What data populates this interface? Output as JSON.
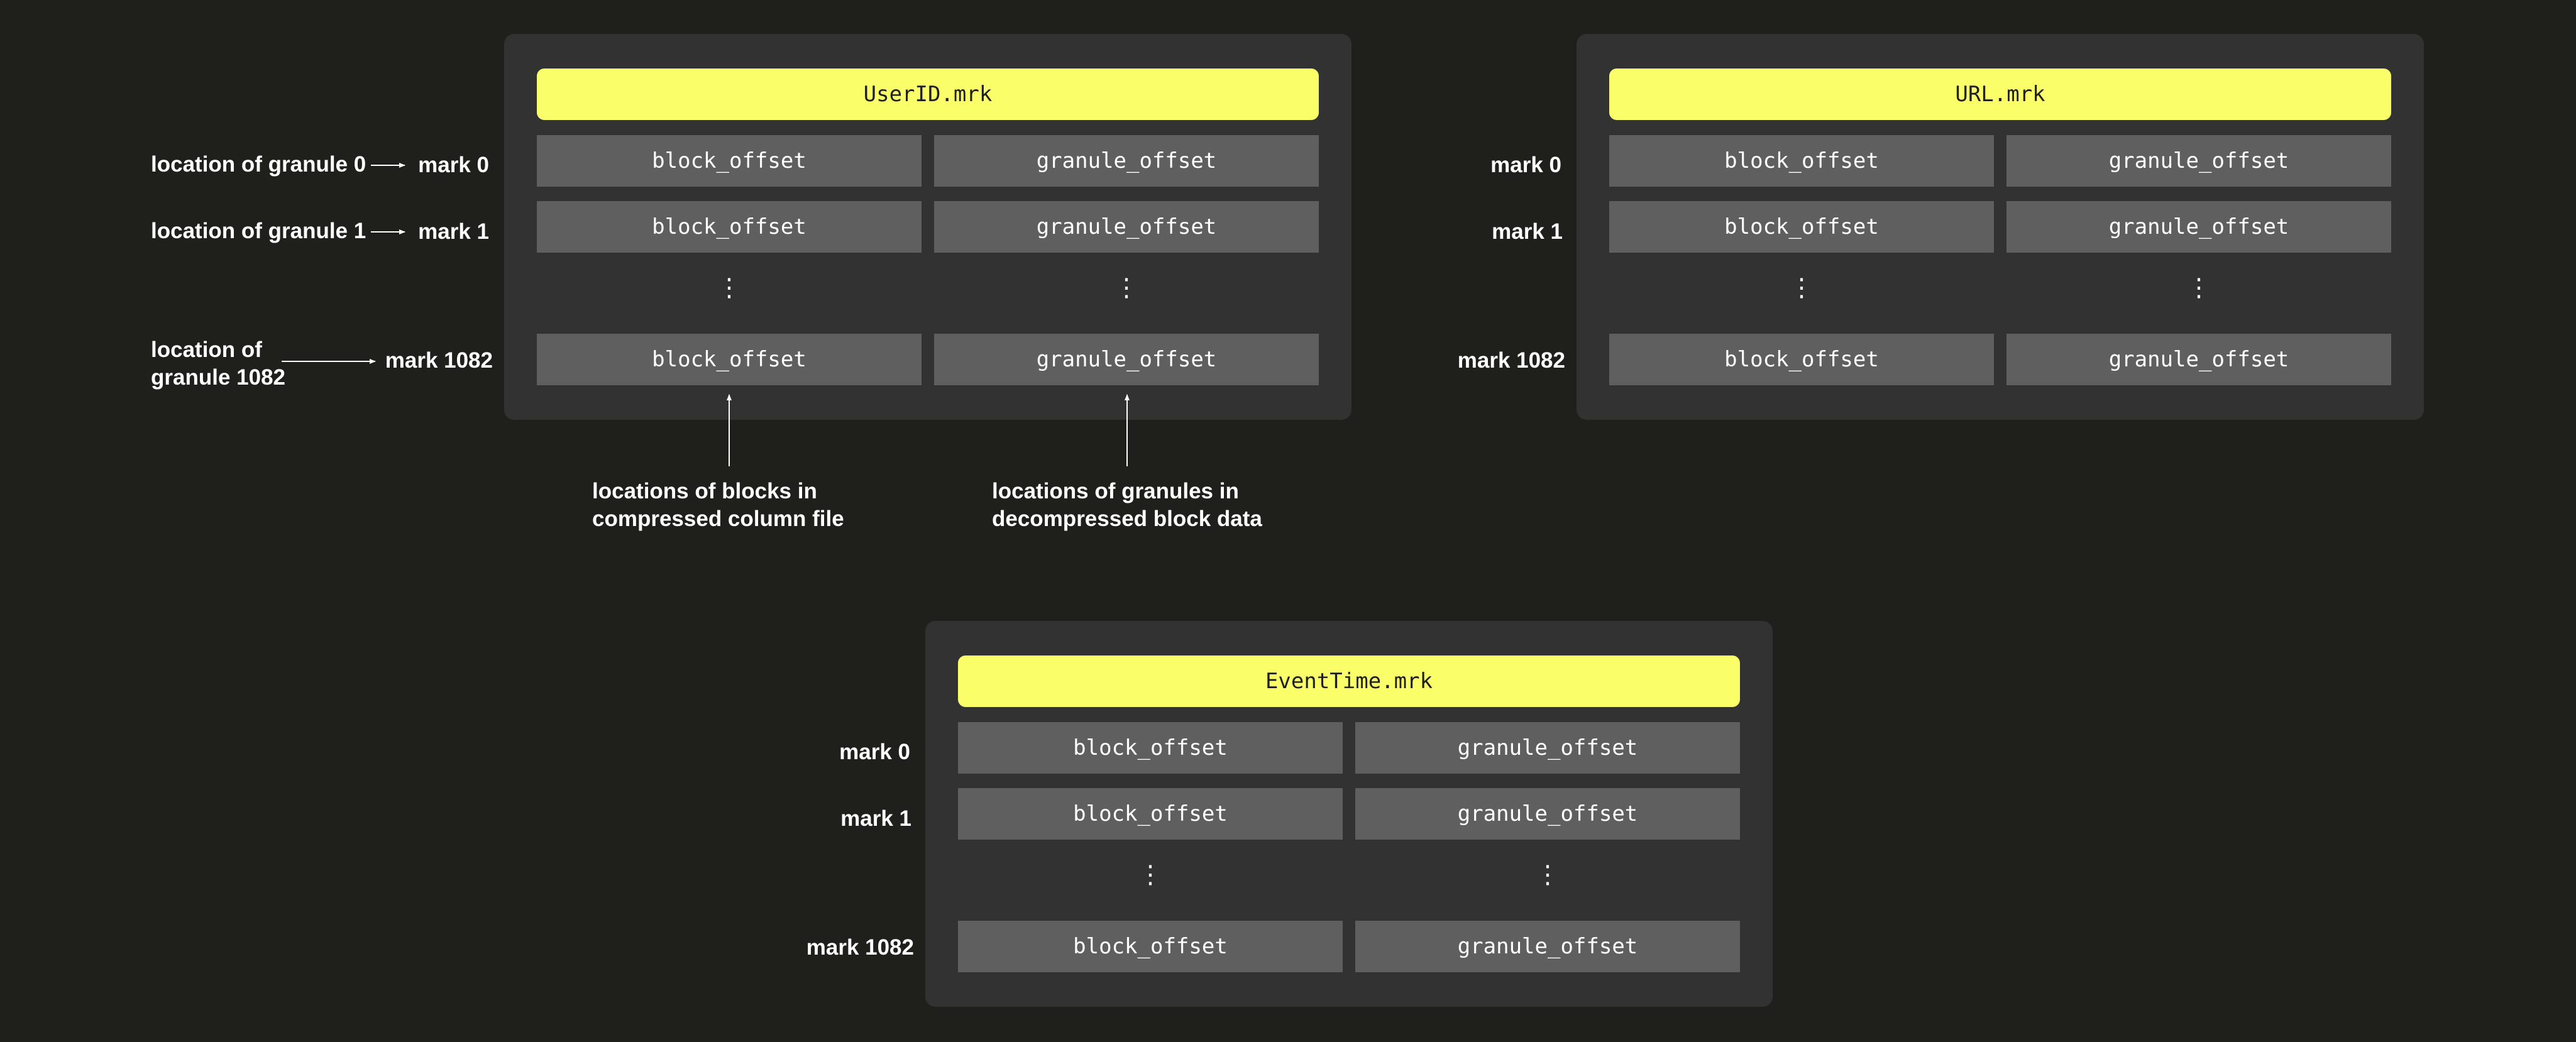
{
  "panels": [
    {
      "title": "UserID.mrk",
      "rows": [
        {
          "mark": "mark 0",
          "block": "block_offset",
          "granule": "granule_offset"
        },
        {
          "mark": "mark 1",
          "block": "block_offset",
          "granule": "granule_offset"
        },
        {
          "mark": "mark 1082",
          "block": "block_offset",
          "granule": "granule_offset"
        }
      ],
      "ellipsis": "⋮"
    },
    {
      "title": "URL.mrk",
      "rows": [
        {
          "mark": "mark 0",
          "block": "block_offset",
          "granule": "granule_offset"
        },
        {
          "mark": "mark 1",
          "block": "block_offset",
          "granule": "granule_offset"
        },
        {
          "mark": "mark 1082",
          "block": "block_offset",
          "granule": "granule_offset"
        }
      ],
      "ellipsis": "⋮"
    },
    {
      "title": "EventTime.mrk",
      "rows": [
        {
          "mark": "mark 0",
          "block": "block_offset",
          "granule": "granule_offset"
        },
        {
          "mark": "mark 1",
          "block": "block_offset",
          "granule": "granule_offset"
        },
        {
          "mark": "mark 1082",
          "block": "block_offset",
          "granule": "granule_offset"
        }
      ],
      "ellipsis": "⋮"
    }
  ],
  "granule_labels": {
    "g0": "location of granule 0",
    "g1": "location of granule 1",
    "g1082_line1": "location of",
    "g1082_line2": "granule 1082"
  },
  "annotations": {
    "blocks_line1": "locations of blocks in",
    "blocks_line2": "compressed column file",
    "granules_line1": "locations of granules in",
    "granules_line2": "decompressed block data"
  },
  "colors": {
    "background": "#1f1f1c",
    "panel": "#323232",
    "header": "#faff69",
    "cell": "#5f5f5f"
  }
}
